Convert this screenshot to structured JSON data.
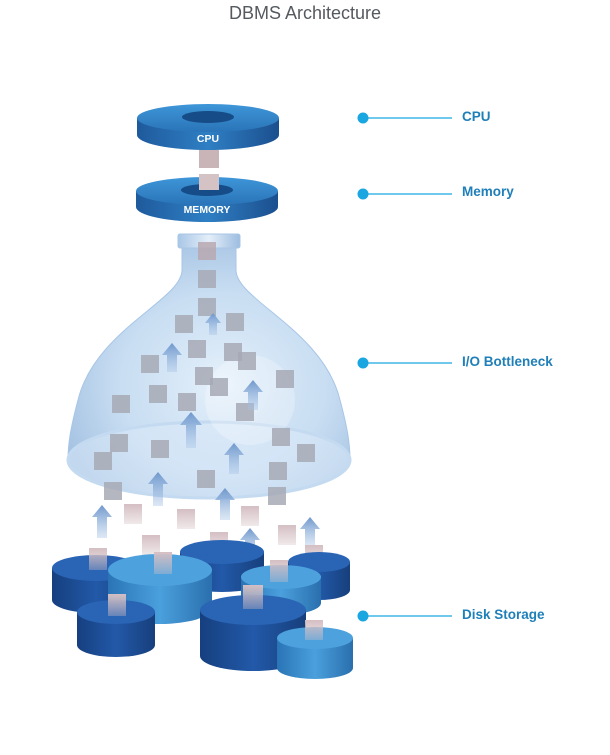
{
  "title": "DBMS Architecture",
  "components": {
    "cpu_label": "CPU",
    "memory_label": "MEMORY"
  },
  "callouts": [
    {
      "id": "cpu",
      "label": "CPU"
    },
    {
      "id": "memory",
      "label": "Memory"
    },
    {
      "id": "io",
      "label": "I/O Bottleneck"
    },
    {
      "id": "disk",
      "label": "Disk Storage"
    }
  ],
  "colors": {
    "disk_dark": "#1b4f9c",
    "disk_light": "#3a8fd0",
    "callout_dot": "#1aa6e0",
    "callout_text": "#1f7fb8",
    "data_block": "#c9b4b8",
    "arrow": "#7ea4d2"
  }
}
